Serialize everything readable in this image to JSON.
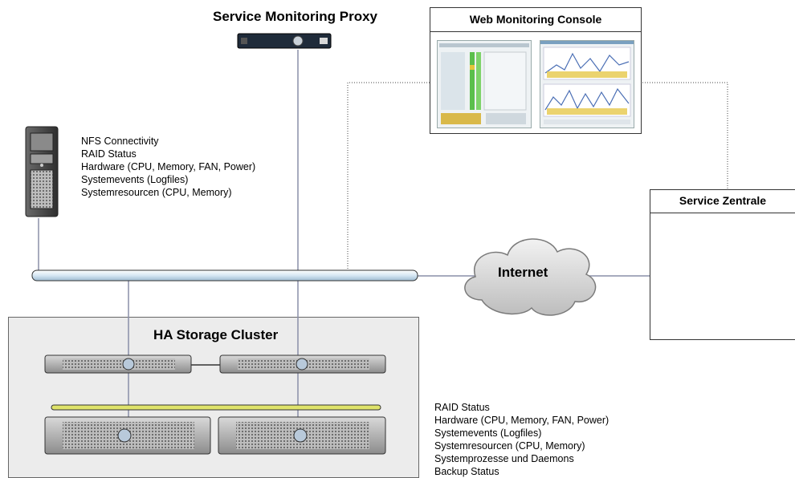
{
  "proxy": {
    "title": "Service Monitoring Proxy"
  },
  "console": {
    "title": "Web Monitoring Console"
  },
  "zentrale": {
    "title": "Service Zentrale"
  },
  "internet": {
    "label": "Internet"
  },
  "cluster": {
    "title": "HA Storage Cluster"
  },
  "server_checks": [
    "NFS Connectivity",
    "RAID Status",
    "Hardware (CPU, Memory, FAN, Power)",
    "Systemevents (Logfiles)",
    "Systemresourcen (CPU, Memory)"
  ],
  "cluster_checks": [
    "RAID Status",
    "Hardware (CPU, Memory, FAN, Power)",
    "Systemevents (Logfiles)",
    "Systemresourcen (CPU, Memory)",
    "Systemprozesse und Daemons",
    "Backup Status"
  ],
  "icons": {
    "tower_server": "tower-server-icon",
    "rack_server": "rack-server-icon",
    "cloud": "cloud-icon",
    "antenna": "antenna-icon",
    "monitor": "monitor-icon",
    "user": "user-icon"
  },
  "colors": {
    "network_bus": "#d6e7f3",
    "sync_bar": "#dfe36a",
    "cluster_bg": "#ececec"
  }
}
